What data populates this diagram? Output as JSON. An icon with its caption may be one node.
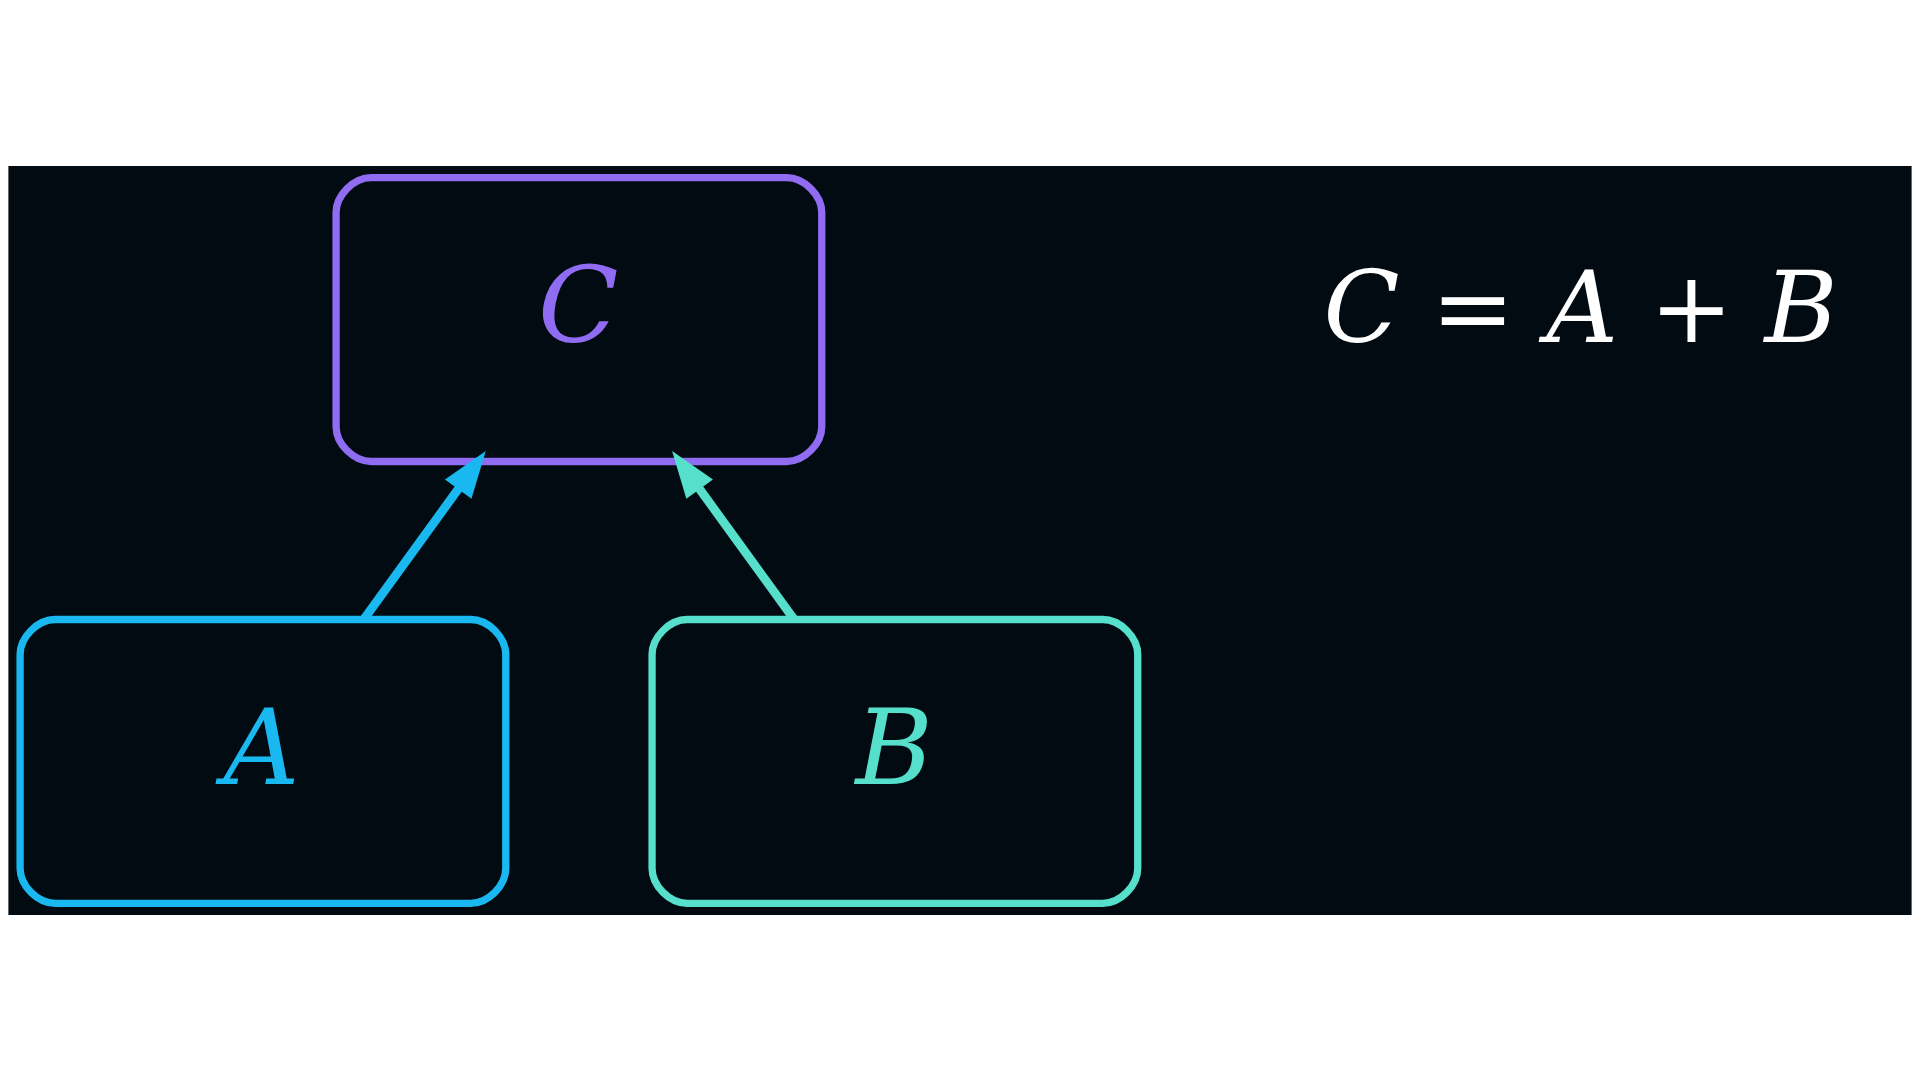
{
  "diagram": {
    "nodes": [
      {
        "text": [
          "C"
        ]
      },
      {
        "text": [
          "A"
        ]
      },
      {
        "text": [
          "B"
        ]
      }
    ],
    "edges": [
      {
        "from": 1,
        "to": 0,
        "arrow": "to",
        "color": "#1ab8f0"
      },
      {
        "from": 2,
        "to": 0,
        "arrow": "to",
        "color": "#56e0cc"
      }
    ],
    "labels": [
      "C = A + B"
    ]
  }
}
